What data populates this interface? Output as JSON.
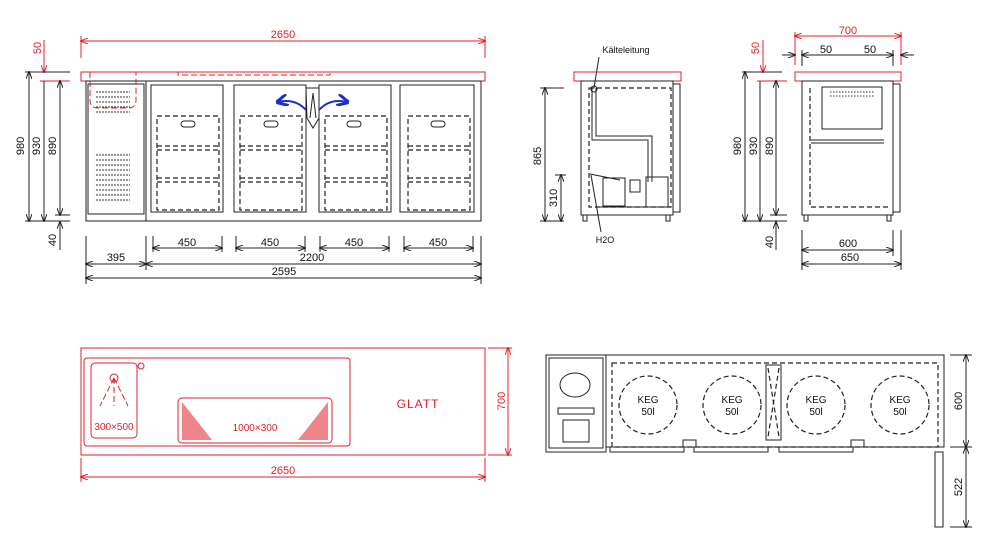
{
  "front_view": {
    "total_width": "2650",
    "top_thickness": "50",
    "heights": [
      "980",
      "930",
      "890"
    ],
    "foot_height": "40",
    "door_widths": [
      "450",
      "450",
      "450",
      "450"
    ],
    "compressor_width": "395",
    "cabinet_width": "2200",
    "body_width": "2595"
  },
  "side_section": {
    "pipe_label": "Kälteleitung",
    "drain_label": "H2O",
    "height_inner": "865",
    "height_lower": "310"
  },
  "side_view": {
    "depth_total": "700",
    "overhang_left": "50",
    "overhang_right": "50",
    "top_thickness": "50",
    "heights": [
      "980",
      "930",
      "890"
    ],
    "foot_height": "40",
    "depth_inner": "600",
    "depth_body": "650"
  },
  "top_view": {
    "sink_label": "300×500",
    "drip_tray_label": "1000×300",
    "surface_label": "GLATT",
    "depth": "700",
    "width": "2650"
  },
  "plan_view": {
    "kegs": [
      {
        "line1": "KEG",
        "line2": "50l"
      },
      {
        "line1": "KEG",
        "line2": "50l"
      },
      {
        "line1": "KEG",
        "line2": "50l"
      },
      {
        "line1": "KEG",
        "line2": "50l"
      }
    ],
    "depth": "600",
    "door_swing": "522"
  },
  "colors": {
    "dimension_red": "#e0202a",
    "arrow_blue": "#1a2fd0",
    "line": "#222222"
  }
}
